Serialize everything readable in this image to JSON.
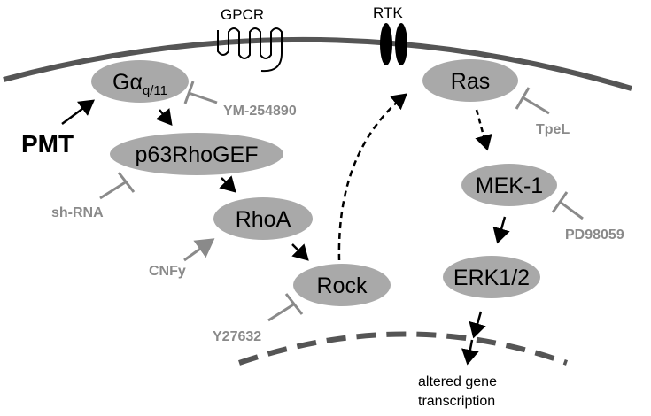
{
  "receptors": {
    "gpcr": "GPCR",
    "rtk": "RTK"
  },
  "toxin": "PMT",
  "nodes": {
    "galpha_base": "Gα",
    "galpha_sub": "q/11",
    "p63rhogef": "p63RhoGEF",
    "rhoa": "RhoA",
    "rock": "Rock",
    "ras": "Ras",
    "mek1": "MEK-1",
    "erk": "ERK1/2"
  },
  "modulators": {
    "ym": "YM-254890",
    "shrna": "sh-RNA",
    "cnfy": "CNFy",
    "y27632": "Y27632",
    "tpel": "TpeL",
    "pd98059": "PD98059"
  },
  "output": {
    "line1": "altered gene",
    "line2": "transcription"
  },
  "colors": {
    "node_fill": "#a9a9a9",
    "membrane": "#555555",
    "inhibitor": "#8a8a8a",
    "arrow": "#000000"
  }
}
